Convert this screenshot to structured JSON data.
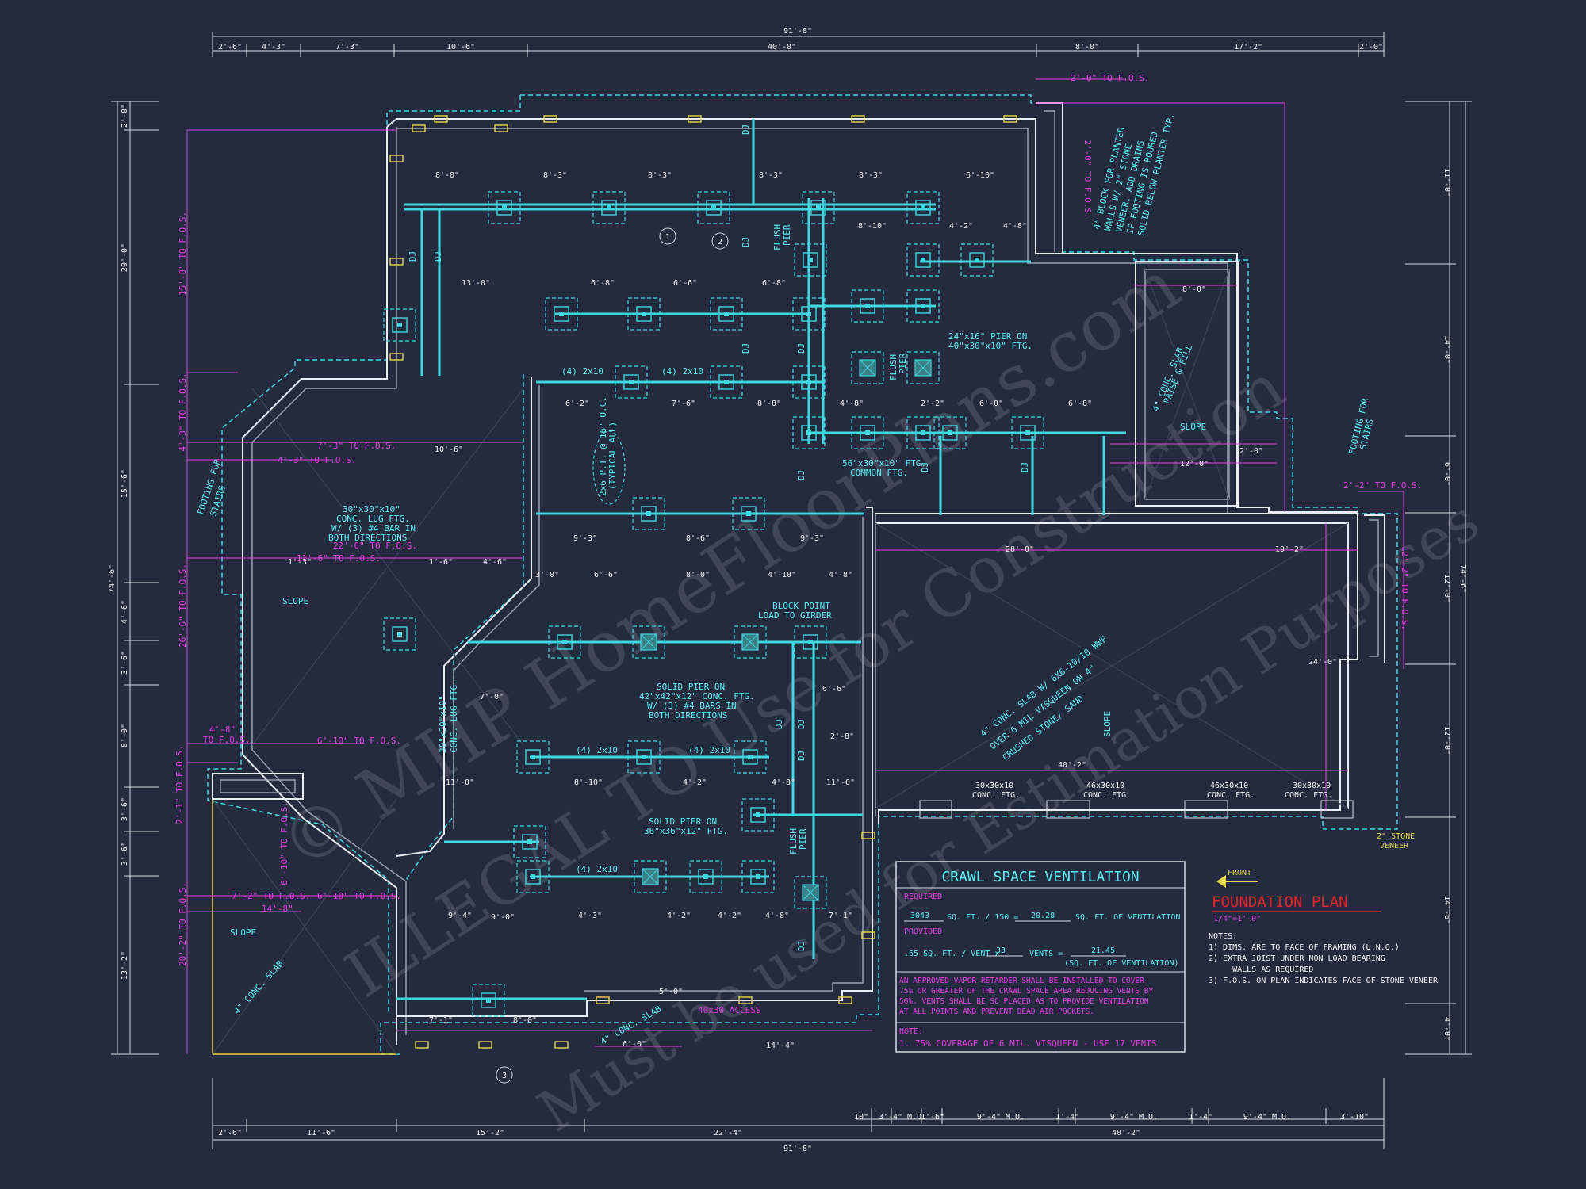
{
  "top_dims": {
    "overall": "91'-8\"",
    "segments": [
      "2'-6\"",
      "4'-3\"",
      "7'-3\"",
      "10'-6\"",
      "40'-0\"",
      "8'-0\"",
      "17'-2\"",
      "2'-0\""
    ]
  },
  "bottom_dims": {
    "overall": "91'-8\"",
    "row1": [
      "2'-6\"",
      "11'-6\"",
      "15'-2\"",
      "22'-4\"",
      "40'-2\""
    ],
    "row2": [
      "10\"",
      "3'-4\" M.O.",
      "1'-6\"",
      "9'-4\" M.O.",
      "1'-4\"",
      "9'-4\" M.O.",
      "1'-4\"",
      "9'-4\" M.O.",
      "3'-10\""
    ]
  },
  "left_dims": {
    "overall": "74'-6\"",
    "segments": [
      "2'-0\"",
      "20'-0\"",
      "15'-6\"",
      "4'-6\"",
      "3'-6\"",
      "8'-0\"",
      "3'-6\"",
      "3'-6\"",
      "13'-2\""
    ]
  },
  "right_dims": {
    "overall": "74'-6\"",
    "segments": [
      "11'-0\"",
      "14'-0\"",
      "6'-0\"",
      "12'-0\"",
      "12'-0\"",
      "14'-6\"",
      "4'-0\""
    ]
  },
  "labels": {
    "fos_top": "2'-0\" TO F.O.S.",
    "fos_2_0": "2'-0\" TO F.O.S.",
    "planter_note": [
      "4\" BLOCK FOR PLANTER",
      "WALLS W/ 2\" STONE",
      "VENEER. ADD DRAINS",
      "IF FOOTING IS POURED",
      "SOLID BELOW PLANTER TYP."
    ],
    "fos_15_8": "15'-8\" TO F.O.S.",
    "fos_4_3_v": "4'-3\" TO F.O.S.",
    "fos_7_3": "7'-3\" TO F.O.S.",
    "fos_4_3": "4'-3\" TO F.O.S.",
    "footing_stairs_l": [
      "FOOTING FOR",
      "STAIRS"
    ],
    "lug_ftg_1": [
      "30\"x30\"x10\"",
      "CONC. LUG FTG.",
      "W/ (3) #4 BAR IN",
      "BOTH DIRECTIONS"
    ],
    "fos_22_0": "22'-0\" TO F.O.S.",
    "fos_11_6": "11'-6\" TO F.O.S.",
    "slope": "SLOPE",
    "fos_26_6": "26'-6\" TO F.O.S.",
    "fos_4_8": [
      "4'-8\"",
      "TO F.O.S."
    ],
    "fos_6_10a": "6'-10\" TO F.O.S.",
    "fos_2_1": "2'-1\" TO F.O.S.",
    "fos_6_10b": "6'-10\" TO F.O.S.",
    "fos_7_2": "7'-2\" TO F.O.S.",
    "fos_6_10c": "6'-10\" TO F.O.S.",
    "dim_14_8": "14'-8\"",
    "fos_20_2": "20'-2\" TO F.O.S.",
    "conc_slab_4": "4\" CONC. SLAB",
    "lug_ftg_2": [
      "30\"x30\"x10\"",
      "CONC. LUG FTG."
    ],
    "flush_pier": [
      "FLUSH",
      "PIER"
    ],
    "pier_24": [
      "24\"x16\" PIER ON",
      "40\"x30\"x10\" FTG."
    ],
    "pier_56": [
      "56\"x30\"x10\" FTG.",
      "COMMON FTG."
    ],
    "tiles_note": [
      "2x6 P.T. @ 16\" O.C.",
      "(TYPICAL ALL)"
    ],
    "block_point": [
      "BLOCK POINT",
      "LOAD TO GIRDER"
    ],
    "solid_pier_1": [
      "SOLID PIER ON",
      "42\"x42\"x12\" CONC. FTG.",
      "W/ (3) #4 BARS IN",
      "BOTH DIRECTIONS"
    ],
    "solid_pier_2": [
      "SOLID PIER ON",
      "36\"x36\"x12\" FTG."
    ],
    "slab_raise": [
      "4\" CONC. SLAB",
      "RAISE & FILL"
    ],
    "footing_stairs_r": [
      "FOOTING FOR",
      "STAIRS"
    ],
    "fos_2_2": "2'-2\" TO F.O.S.",
    "fos_12_2": "12'-2\" TO F.O.S.",
    "garage_slab": [
      "4\" CONC. SLAB W/ 6X6-10/10 WWF",
      "OVER 6 MIL VISQUEEN ON 4\"",
      "CRUSHED STONE/ SAND"
    ],
    "ftg_30a": [
      "30x30x10",
      "CONC. FTG."
    ],
    "ftg_46a": [
      "46x30x10",
      "CONC. FTG."
    ],
    "ftg_46b": [
      "46x30x10",
      "CONC. FTG."
    ],
    "ftg_30b": [
      "30x30x10",
      "CONC. FTG."
    ],
    "stone_veneer": [
      "2\" STONE",
      "VENEER"
    ],
    "access": "40x30 ACCESS",
    "beams": [
      "(4) 2x10",
      "(4) 2x10",
      "(4) 2x10",
      "(4) 2x10",
      "(4) 2x10"
    ],
    "dj": "DJ",
    "tags": [
      "1",
      "2",
      "3"
    ]
  },
  "interior_dims": [
    "8'-8\"",
    "8'-3\"",
    "8'-3\"",
    "8'-3\"",
    "8'-3\"",
    "6'-10\"",
    "13'-0\"",
    "6'-8\"",
    "6'-6\"",
    "6'-8\"",
    "8'-10\"",
    "4'-2\"",
    "4'-8\"",
    "6'-2\"",
    "7'-6\"",
    "8'-8\"",
    "4'-8\"",
    "2'-2\"",
    "6'-0\"",
    "6'-8\"",
    "9'-3\"",
    "8'-6\"",
    "9'-3\"",
    "3'-0\"",
    "6'-6\"",
    "8'-0\"",
    "4'-10\"",
    "4'-8\"",
    "11'-0\"",
    "8'-10\"",
    "4'-2\"",
    "4'-8\"",
    "11'-0\"",
    "9'-4\"",
    "4'-3\"",
    "4'-2\"",
    "4'-2\"",
    "4'-8\"",
    "7'-1\"",
    "7'-1\"",
    "8'-0\"",
    "6'-0\"",
    "14'-4\"",
    "28'-0\"",
    "19'-2\"",
    "24'-0\"",
    "40'-2\"",
    "8'-0\"",
    "12'-0\"",
    "2'-0\"",
    "1'-3\"",
    "1'-6\"",
    "4'-6\"",
    "10'-6\"",
    "7'-0\"",
    "9'-0\"",
    "6'-6\"",
    "2'-8\"",
    "5'-0\""
  ],
  "ventilation": {
    "title": "CRAWL SPACE VENTILATION",
    "required_label": "REQUIRED",
    "req_sqft": "3043",
    "req_text1": "SQ. FT. / 150 =",
    "req_result": "20.28",
    "req_text2": "SQ. FT. OF VENTILATION",
    "provided_label": "PROVIDED",
    "prov_text1": ".65 SQ. FT. / VENT x",
    "prov_vents": "33",
    "prov_text2": "VENTS =",
    "prov_result": "21.45",
    "prov_text3": "(SQ. FT. OF VENTILATION)",
    "vapor_text": [
      "AN APPROVED VAPOR RETARDER SHALL BE INSTALLED TO COVER",
      "75% OR GREATER OF THE CRAWL SPACE AREA REDUCING VENTS BY",
      "50%. VENTS SHALL BE SO PLACED AS TO PROVIDE VENTILATION",
      "AT ALL POINTS AND PREVENT DEAD AIR POCKETS."
    ],
    "note_label": "NOTE:",
    "note_text": "1.  75% COVERAGE OF 6 MIL. VISQUEEN - USE 17 VENTS."
  },
  "legend": {
    "front": "FRONT",
    "title": "FOUNDATION PLAN",
    "scale": "1/4\"=1'-0\"",
    "notes_label": "NOTES:",
    "notes": [
      "1)  DIMS. ARE TO FACE OF FRAMING (U.N.O.)",
      "2)  EXTRA JOIST UNDER NON LOAD BEARING",
      "     WALLS AS REQUIRED",
      "3)  F.O.S. ON PLAN INDICATES FACE OF STONE VENEER"
    ]
  },
  "watermark": [
    "© MHP HomeFloorPlans.com",
    "ILLEGAL TO Use for Construction",
    "Must be used for Estimation Purposes"
  ],
  "colors": {
    "background": "#252b3f",
    "cyan": "#3fd8e0",
    "magenta": "#e040e0",
    "red": "#e8222a",
    "yellow": "#e8d84a",
    "wall": "#e9ecf2"
  }
}
